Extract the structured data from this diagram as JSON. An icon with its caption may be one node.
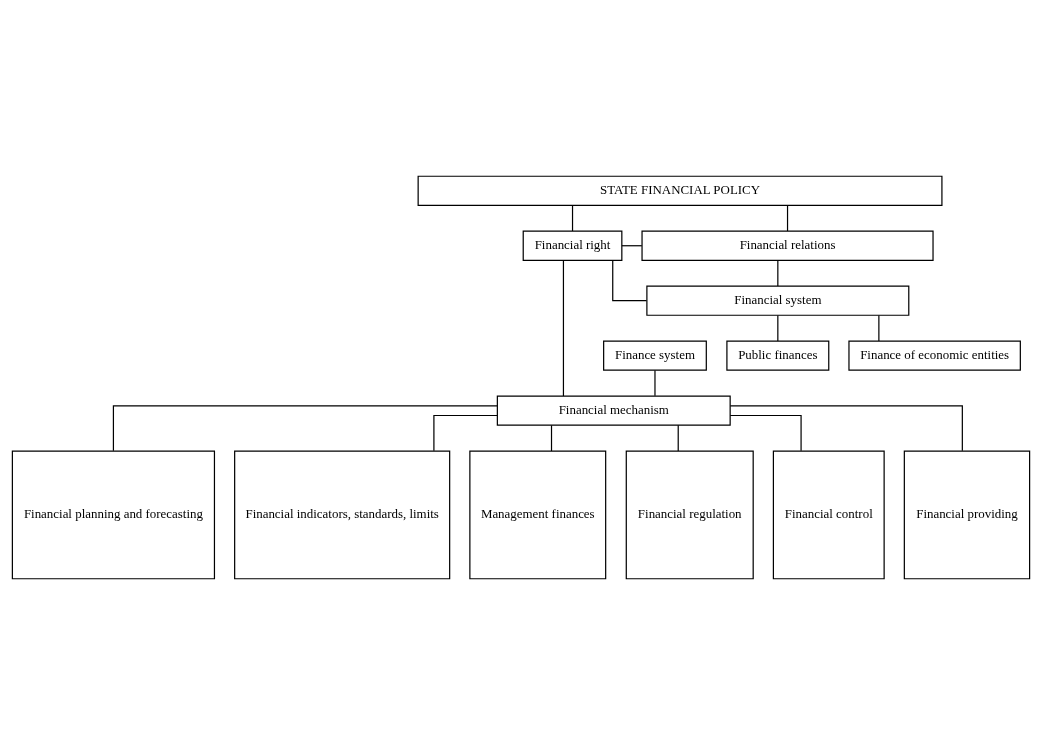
{
  "diagram": {
    "nodes": [
      {
        "text": [
          "STATE FINANCIAL POLICY"
        ]
      },
      {
        "text": [
          "Financial relations"
        ]
      },
      {
        "text": [
          "Financial right"
        ]
      },
      {
        "text": [
          "Financial system"
        ]
      },
      {
        "text": [
          "Finance of economic entities"
        ]
      },
      {
        "text": [
          "Finance system"
        ]
      },
      {
        "text": [
          "Public finances"
        ]
      },
      {
        "text": [
          "Financial mechanism"
        ]
      },
      {
        "text": [
          "Financial planning and forecasting"
        ]
      },
      {
        "text": [
          "Financial indicators, standards, limits"
        ]
      },
      {
        "text": [
          "Management finances"
        ]
      },
      {
        "text": [
          "Financial regulation"
        ]
      },
      {
        "text": [
          "Financial control"
        ]
      },
      {
        "text": [
          "Financial providing"
        ]
      }
    ],
    "edges": [
      {
        "from": 0,
        "to": 1,
        "arrow": "none"
      },
      {
        "from": 0,
        "to": 2,
        "arrow": "none"
      },
      {
        "from": 2,
        "to": 1,
        "arrow": "none"
      },
      {
        "from": 1,
        "to": 3,
        "arrow": "none"
      },
      {
        "from": 2,
        "to": 3,
        "arrow": "none"
      },
      {
        "from": 3,
        "to": 4,
        "arrow": "none"
      },
      {
        "from": 3,
        "to": 6,
        "arrow": "none"
      },
      {
        "from": 5,
        "to": 7,
        "arrow": "none"
      },
      {
        "from": 2,
        "to": 7,
        "arrow": "none"
      },
      {
        "from": 7,
        "to": 8,
        "arrow": "none"
      },
      {
        "from": 7,
        "to": 9,
        "arrow": "none"
      },
      {
        "from": 7,
        "to": 10,
        "arrow": "none"
      },
      {
        "from": 7,
        "to": 11,
        "arrow": "none"
      },
      {
        "from": 7,
        "to": 12,
        "arrow": "none"
      },
      {
        "from": 7,
        "to": 13,
        "arrow": "none"
      }
    ]
  }
}
